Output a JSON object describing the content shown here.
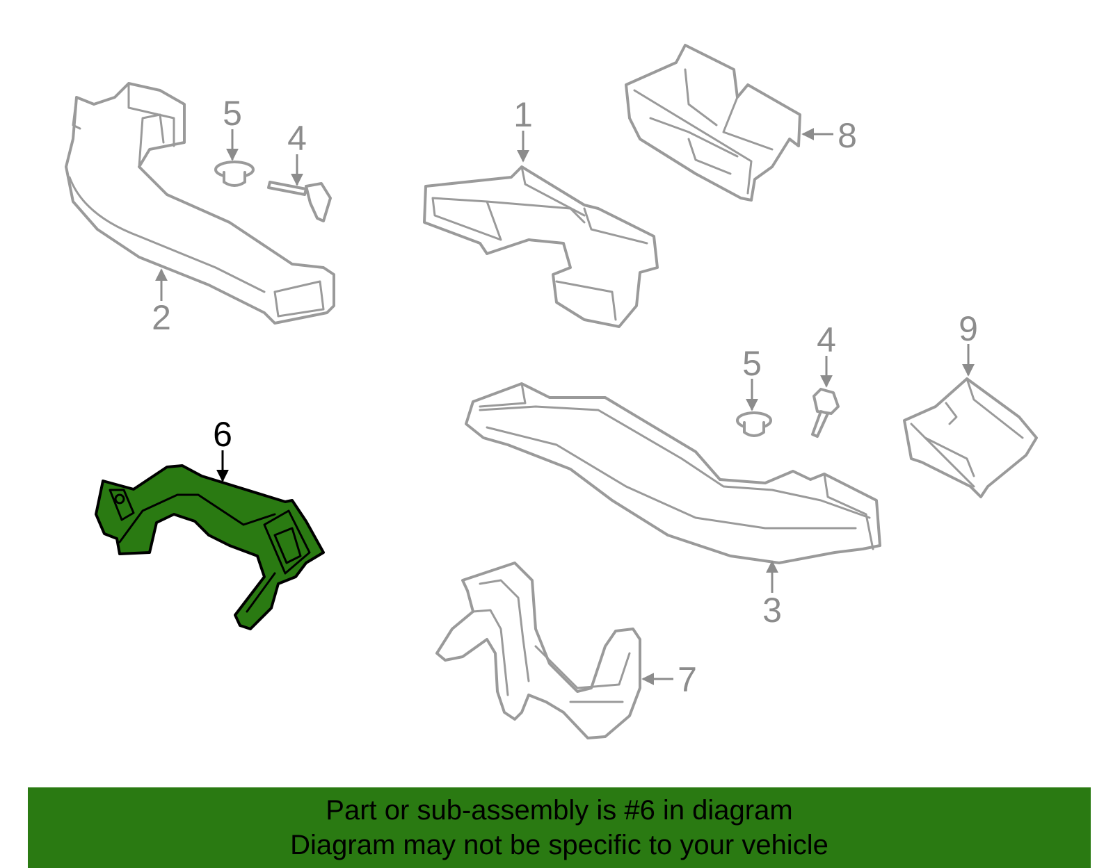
{
  "callouts": {
    "c1": "1",
    "c2": "2",
    "c3": "3",
    "c4a": "4",
    "c4b": "4",
    "c5a": "5",
    "c5b": "5",
    "c6": "6",
    "c7": "7",
    "c8": "8",
    "c9": "9"
  },
  "highlighted_part": "6",
  "colors": {
    "highlight": "#2a7a12",
    "outline": "#9a9a9a",
    "banner": "#2a7a12"
  },
  "banner": {
    "line1": "Part or sub-assembly is #6 in diagram",
    "line2": "Diagram may not be specific to your vehicle"
  }
}
